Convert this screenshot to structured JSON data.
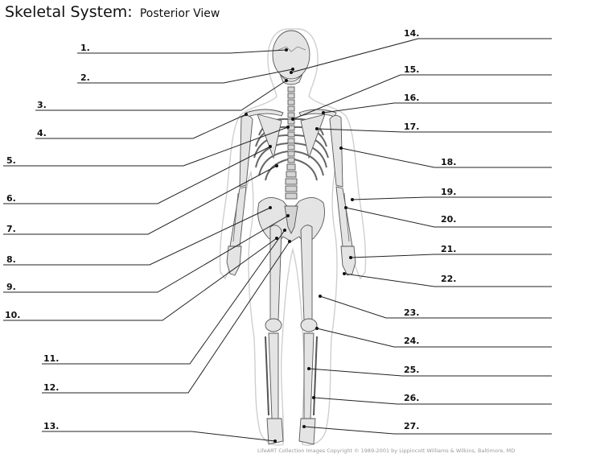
{
  "title": "Skeletal System:",
  "subtitle": "Posterior View",
  "labels_left": [
    "1.",
    "2.",
    "3.",
    "4.",
    "5.",
    "6.",
    "7.",
    "8.",
    "9.",
    "10.",
    "11.",
    "12.",
    "13."
  ],
  "labels_right": [
    "14.",
    "15.",
    "16.",
    "17.",
    "18.",
    "19.",
    "20.",
    "21.",
    "22.",
    "23.",
    "24.",
    "25.",
    "26.",
    "27."
  ],
  "credit": "LifeART Collection Images Copyright © 1989-2001 by Lippincott Williams & Wilkins, Baltimore, MD"
}
